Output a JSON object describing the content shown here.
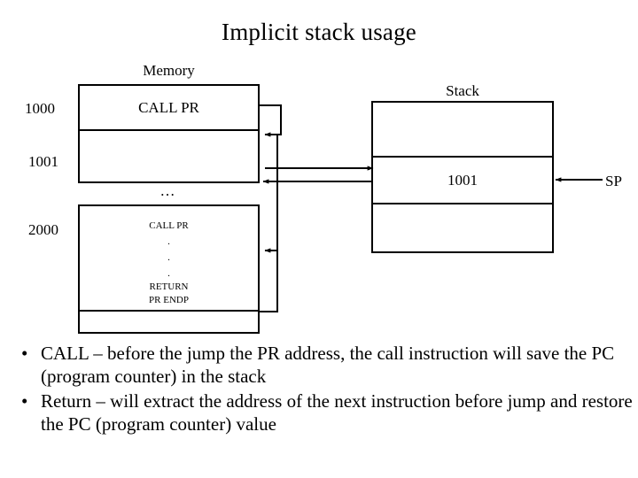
{
  "slide": {
    "title": "Implicit stack usage",
    "background": "#ffffff",
    "ink": "#000000"
  },
  "memory": {
    "caption": "Memory",
    "addresses": {
      "first": "1000",
      "second": "1001",
      "third": "2000"
    },
    "upper_block": {
      "row1": "CALL PR",
      "row2": ""
    },
    "ellipsis": "…",
    "lower_block": {
      "line1": "CALL PR",
      "dot1": ".",
      "dot2": ".",
      "dot3": ".",
      "line2": "RETURN",
      "line3": "PR ENDP",
      "tail_row": ""
    }
  },
  "stack": {
    "caption": "Stack",
    "cells": [
      "",
      "1001",
      ""
    ],
    "pointer_label": "SP"
  },
  "bullets": {
    "marker": "•",
    "items": [
      "CALL – before the jump the PR address, the call instruction will save the PC (program counter) in the stack",
      "Return – will extract the address of the next instruction before jump and restore the PC (program counter) value"
    ]
  }
}
